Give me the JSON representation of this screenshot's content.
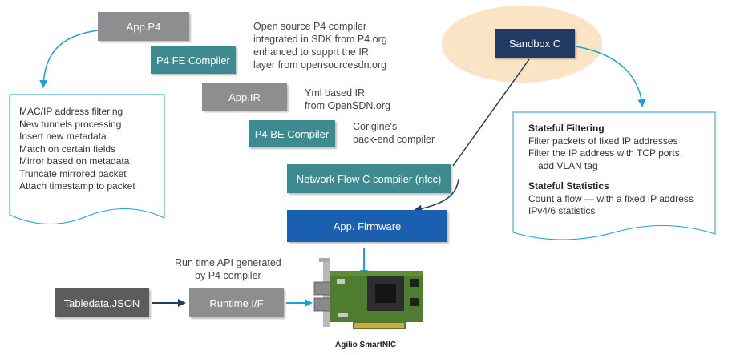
{
  "boxes": {
    "app_p4": "App.P4",
    "p4_fe_compiler": "P4 FE Compiler",
    "app_ir": "App.IR",
    "p4_be_compiler": "P4 BE Compiler",
    "nfcc": "Network Flow C compiler (nfcc)",
    "app_firmware": "App. Firmware",
    "sandbox_c": "Sandbox C",
    "tabledata_json": "Tabledata.JSON",
    "runtime_if": "Runtime I/F"
  },
  "notes": {
    "fe_note": "Open source P4 compiler\nintegrated in SDK from P4.org\nenhanced to supprt the IR\nlayer from opensourcesdn.org",
    "ir_note": "Yml based IR\nfrom OpenSDN.org",
    "be_note": "Corigine's\nback-end compiler",
    "runtime_note": "Run time API generated\nby P4 compiler"
  },
  "left_doc": {
    "items": [
      "MAC/IP address filtering",
      "New tunnels processing",
      "Insert new metadata",
      "Match on certain fields",
      "Mirror based on metadata",
      "Truncate mirrored packet",
      "Attach timestamp to packet"
    ]
  },
  "right_doc": {
    "filtering_heading": "Stateful Filtering",
    "filtering_lines": [
      "Filter packets of fixed IP addresses",
      "Filter the IP address with TCP ports,",
      "   add VLAN tag"
    ],
    "statistics_heading": "Stateful Statistics",
    "statistics_lines": [
      "Count a flow — with a fixed IP address",
      "IPv4/6 statistics"
    ]
  },
  "nic_caption": "Agilio SmartNIC",
  "colors": {
    "teal": "#3d8a91",
    "gray": "#8e8e8e",
    "navy": "#213a62",
    "blue": "#1a5fb0",
    "arrow": "#1aa3d9",
    "ellipse": "#fbe3c6"
  }
}
